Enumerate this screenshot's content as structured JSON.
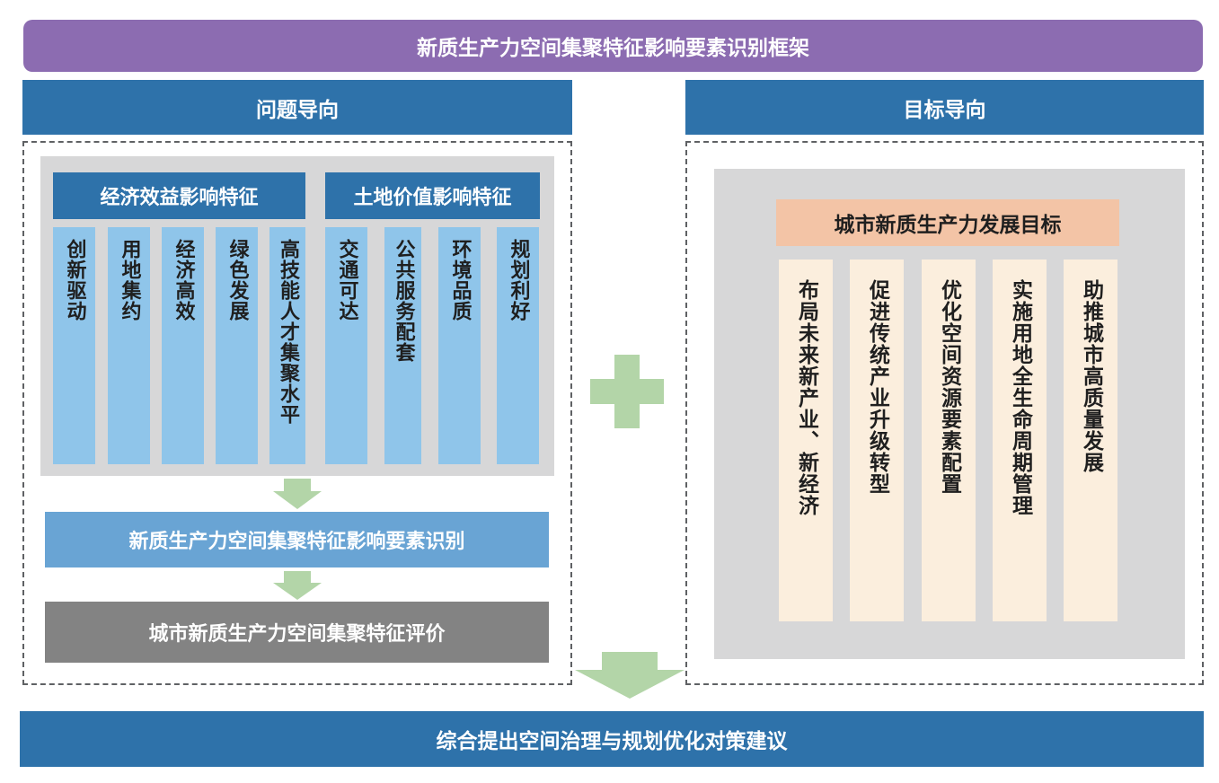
{
  "title": "新质生产力空间集聚特征影响要素识别框架",
  "left": {
    "header": "问题导向",
    "groups": [
      {
        "label": "经济效益影响特征",
        "items": [
          "创新驱动",
          "用地集约",
          "经济高效",
          "绿色发展",
          "高技能人才集聚水平"
        ]
      },
      {
        "label": "土地价值影响特征",
        "items": [
          "交通可达",
          "公共服务配套",
          "环境品质",
          "规划利好"
        ]
      }
    ],
    "identify_label": "新质生产力空间集聚特征影响要素识别",
    "evaluate_label": "城市新质生产力空间集聚特征评价"
  },
  "right": {
    "header": "目标导向",
    "goal_label": "城市新质生产力发展目标",
    "goals": [
      "布局未来新产业、新经济",
      "促进传统产业升级转型",
      "优化空间资源要素配置",
      "实施用地全生命周期管理",
      "助推城市高质量发展"
    ]
  },
  "bottom_label": "综合提出空间治理与规划优化对策建议",
  "colors": {
    "title_bg": "#8c6cb1",
    "header_bg": "#2e72aa",
    "subheader_bg": "#2e72aa",
    "item_bg": "#8fc5ea",
    "identify_bg": "#69a4d4",
    "evaluate_bg": "#838383",
    "panel_bg": "#d7d7d8",
    "goal_header_bg": "#f3c4a6",
    "goal_item_bg": "#fbeedd",
    "arrow": "#b3d5a8",
    "bottom_bg": "#2e72aa"
  }
}
